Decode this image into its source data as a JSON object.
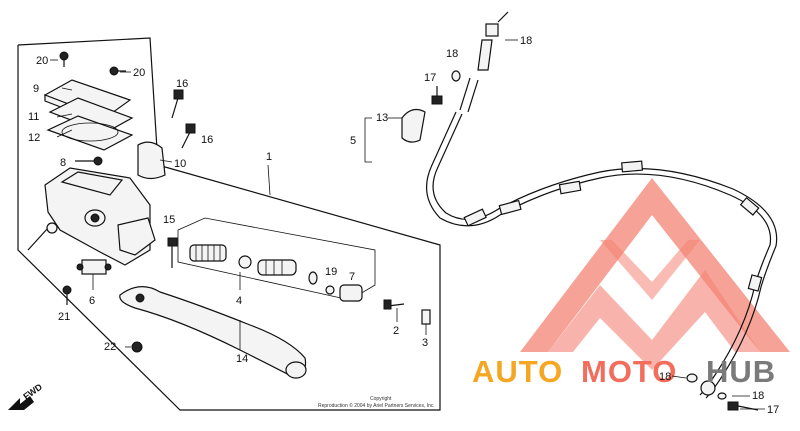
{
  "diagram": {
    "part_labels": {
      "p1": "1",
      "p2": "2",
      "p3": "3",
      "p4": "4",
      "p5": "5",
      "p6": "6",
      "p7": "7",
      "p8": "8",
      "p9": "9",
      "p10": "10",
      "p11": "11",
      "p12": "12",
      "p13": "13",
      "p14": "14",
      "p15": "15",
      "p16a": "16",
      "p16b": "16",
      "p17a": "17",
      "p17b": "17",
      "p18a": "18",
      "p18b": "18",
      "p18c": "18",
      "p18d": "18",
      "p19": "19",
      "p20a": "20",
      "p20b": "20",
      "p21": "21",
      "p22": "22"
    },
    "fwd_label": "FWD",
    "copyright_line1": "Copyright",
    "copyright_line2": "Reproduction ©  2004 by Ariel Partners Services, Inc."
  },
  "watermark": {
    "text_part1": "AUTO",
    "text_part2": "MOTO",
    "text_part3": "HUB",
    "color_orange": "#f5a623",
    "color_red": "#f26d5b",
    "color_gray": "#7a7a7a"
  }
}
